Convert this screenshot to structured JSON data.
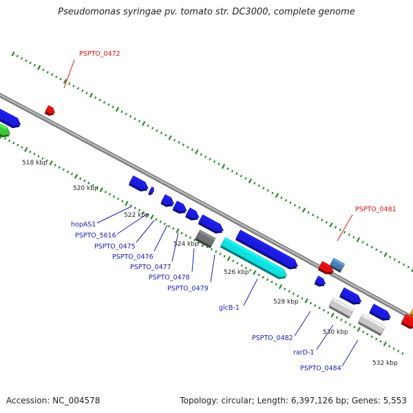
{
  "title": "Pseudomonas syringae pv. tomato str. DC3000, complete genome",
  "footer": {
    "accession": "Accession: NC_004578",
    "summary": "Topology: circular; Length: 6,397,126 bp; Genes: 5,553"
  },
  "colors": {
    "backbone": "#8a8a8a",
    "ticks": "#1f8a1f",
    "blue": "#1a1ae0",
    "green": "#3cc83c",
    "red": "#e01010",
    "steel": "#4a7fb0",
    "grey": "#707070",
    "lightgrey": "#c8c8c8",
    "cyan": "#10e0e0",
    "orange": "#ff9a00",
    "label_blue": "#1a1ab8",
    "label_red": "#e01010"
  },
  "scale_labels": [
    "518 kbp",
    "520 kbp",
    "522 kbp",
    "524 kbp",
    "526 kbp",
    "528 kbp",
    "530 kbp",
    "532 kbp"
  ],
  "gene_labels": [
    {
      "text": "PSPTO_0472",
      "color": "red"
    },
    {
      "text": "PSPTO_0481",
      "color": "red"
    },
    {
      "text": "hopAS1",
      "color": "blue"
    },
    {
      "text": "PSPTO_5616",
      "color": "blue"
    },
    {
      "text": "PSPTO_0475",
      "color": "blue"
    },
    {
      "text": "PSPTO_0476",
      "color": "blue"
    },
    {
      "text": "PSPTO_0477",
      "color": "blue"
    },
    {
      "text": "PSPTO_0478",
      "color": "blue"
    },
    {
      "text": "PSPTO_0479",
      "color": "blue"
    },
    {
      "text": "glcB-1",
      "color": "blue"
    },
    {
      "text": "PSPTO_0482",
      "color": "blue"
    },
    {
      "text": "rarD-1",
      "color": "blue"
    },
    {
      "text": "PSPTO_0484",
      "color": "blue"
    }
  ]
}
